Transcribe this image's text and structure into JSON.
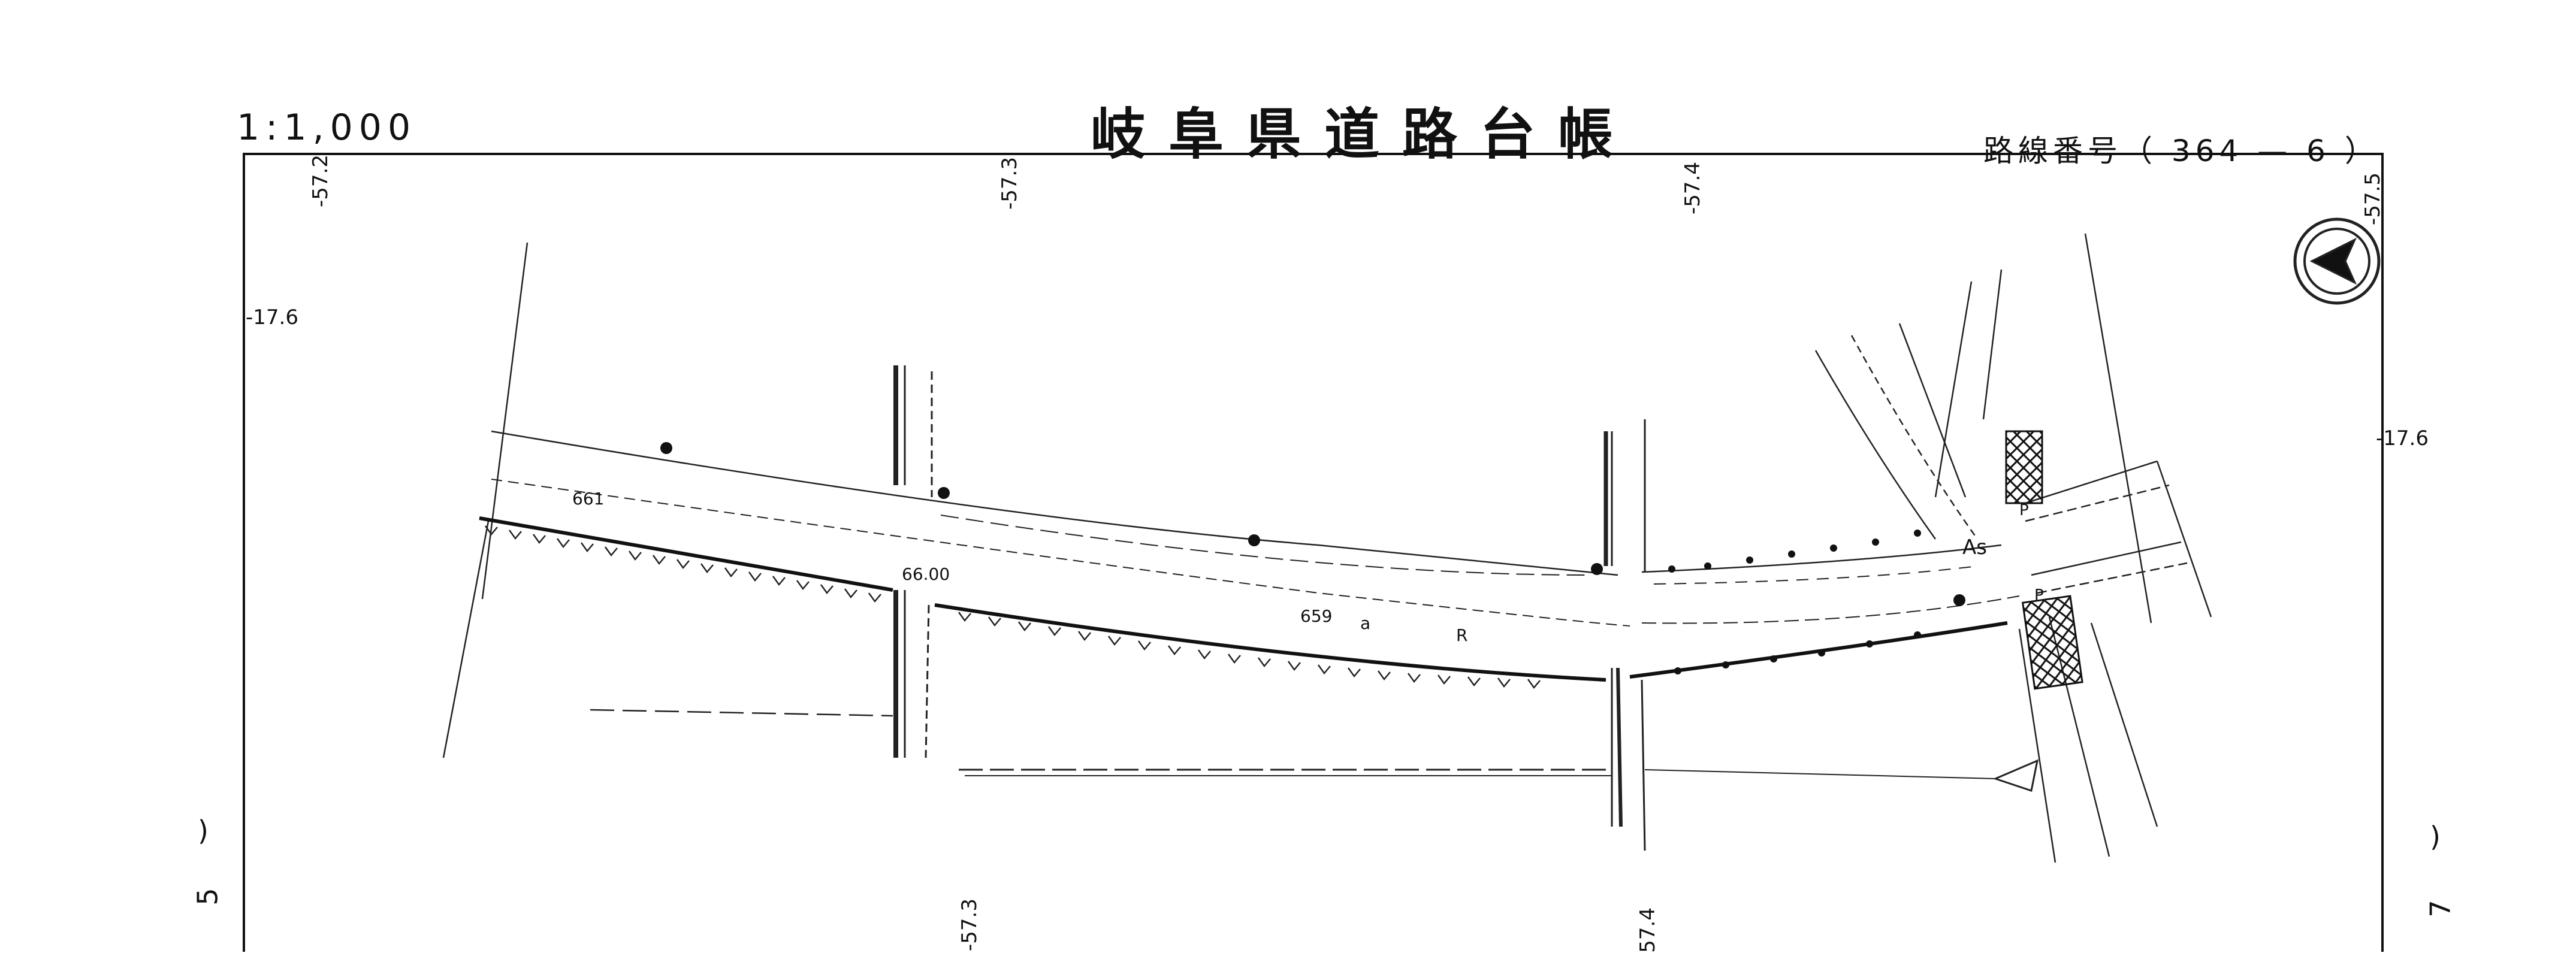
{
  "header": {
    "scale": "1:1,000",
    "title": "岐阜県道路台帳",
    "route_label": "路線番号（ 364 — 6 ）"
  },
  "grid_labels": {
    "top": [
      "-57.2",
      "-57.3",
      "-57.4",
      "-57.5"
    ],
    "bottom": [
      "-57.3",
      "57.4"
    ],
    "left_y": "-17.6",
    "right_y": "-17.6"
  },
  "map_labels": {
    "elev_661": "661",
    "elev_6600": "66.00",
    "elev_659": "659",
    "surface_as": "As",
    "road_a": "a",
    "road_r": "R",
    "park_p1": "P",
    "park_p2": "P"
  },
  "sheet_links": {
    "left": "5",
    "right": "7"
  },
  "icons": {
    "north": "north-arrow-icon"
  }
}
